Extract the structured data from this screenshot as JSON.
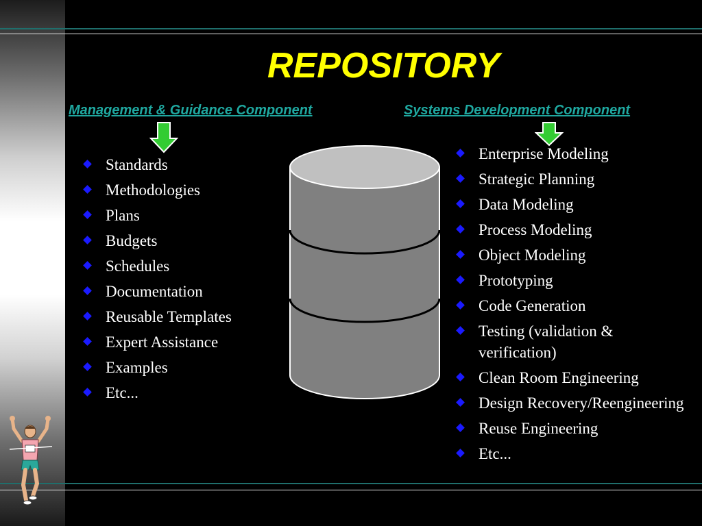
{
  "slide": {
    "title": "REPOSITORY",
    "left_heading": "Management & Guidance Component",
    "right_heading": "Systems Development Component",
    "left_items": [
      "Standards",
      "Methodologies",
      "Plans",
      "Budgets",
      "Schedules",
      "Documentation",
      "Reusable Templates",
      "Expert Assistance",
      "Examples",
      "Etc..."
    ],
    "right_items": [
      "Enterprise Modeling",
      "Strategic Planning",
      "Data Modeling",
      "Process Modeling",
      "Object Modeling",
      "Prototyping",
      "Code Generation",
      "Testing (validation & verification)",
      "Clean Room Engineering",
      "Design Recovery/Reengineering",
      "Reuse Engineering",
      "Etc..."
    ]
  },
  "colors": {
    "background": "#000000",
    "title": "#ffff00",
    "heading": "#1fa8a0",
    "bullet": "#1a1aff",
    "arrow": "#33cc33",
    "cylinder": "#808080"
  },
  "icons": [
    "down-arrow-icon",
    "diamond-bullet-icon",
    "database-cylinder-icon",
    "runner-clipart-icon"
  ]
}
